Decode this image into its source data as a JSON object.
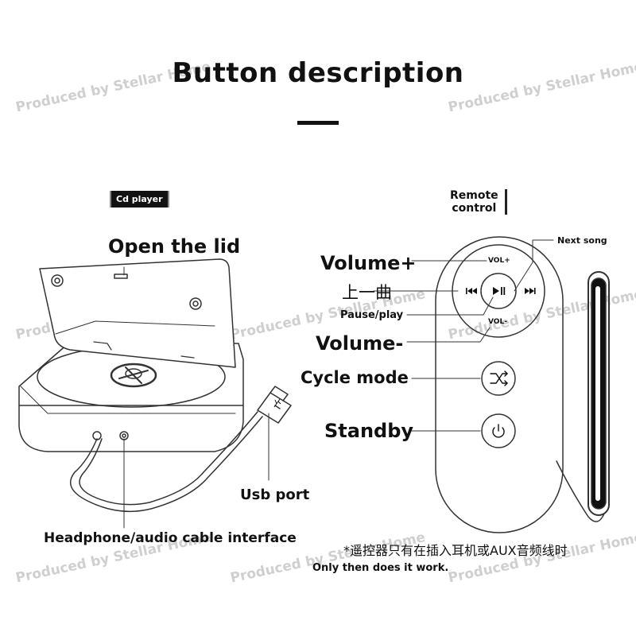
{
  "header": {
    "title": "Button description"
  },
  "watermark": "Produced by Stellar Home",
  "sections": {
    "cd_player_tag": "Cd player",
    "remote_tag": "Remote\ncontrol"
  },
  "player_labels": {
    "open_lid": "Open the lid",
    "usb_port": "Usb port",
    "headphone": "Headphone/audio cable interface"
  },
  "remote_labels": {
    "volume_up": "Volume+",
    "prev_cn": "上一曲",
    "pause_play": "Pause/play",
    "volume_down": "Volume-",
    "cycle_mode": "Cycle mode",
    "standby": "Standby",
    "next_song": "Next song"
  },
  "remote_buttons": {
    "vol_plus": "VOL+",
    "vol_minus": "VOL-"
  },
  "notes": {
    "cn": "*遥控器只有在插入耳机或AUX音频线时",
    "en": "Only then does it work."
  },
  "colors": {
    "ink": "#111111",
    "line": "#333333",
    "watermark": "#cfcfcf"
  }
}
